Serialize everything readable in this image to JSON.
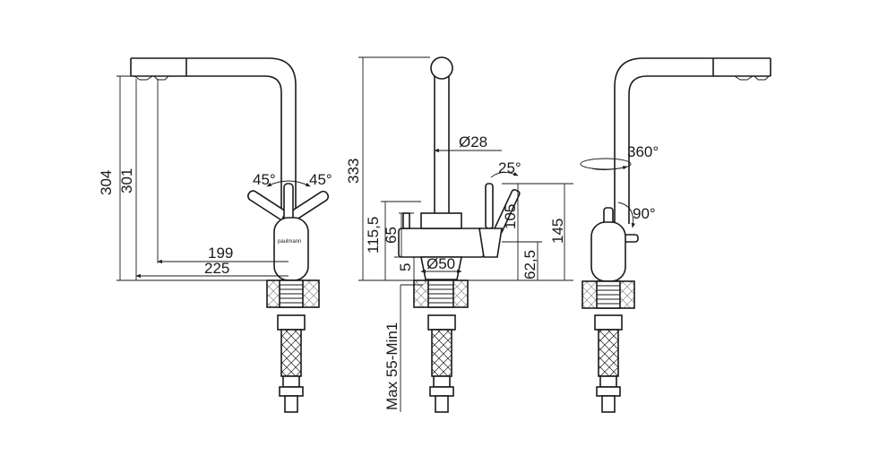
{
  "brand": "paulmann",
  "left_view": {
    "dims": {
      "h1": "304",
      "h2": "301",
      "w1": "199",
      "w2": "225"
    },
    "angles": {
      "left": "45°",
      "right": "45°"
    }
  },
  "middle_view": {
    "dims": {
      "height": "333",
      "diameter_top": "Ø28",
      "h_body": "115,5",
      "h_inlet": "65",
      "gap": "5",
      "diameter_base": "Ø50",
      "h_lever": "105",
      "h_side": "145",
      "h_mid": "62,5",
      "mount": "Max 55-Min1"
    },
    "angles": {
      "lever": "25°"
    }
  },
  "right_view": {
    "angles": {
      "rotation": "360°",
      "lever": "90°"
    }
  }
}
